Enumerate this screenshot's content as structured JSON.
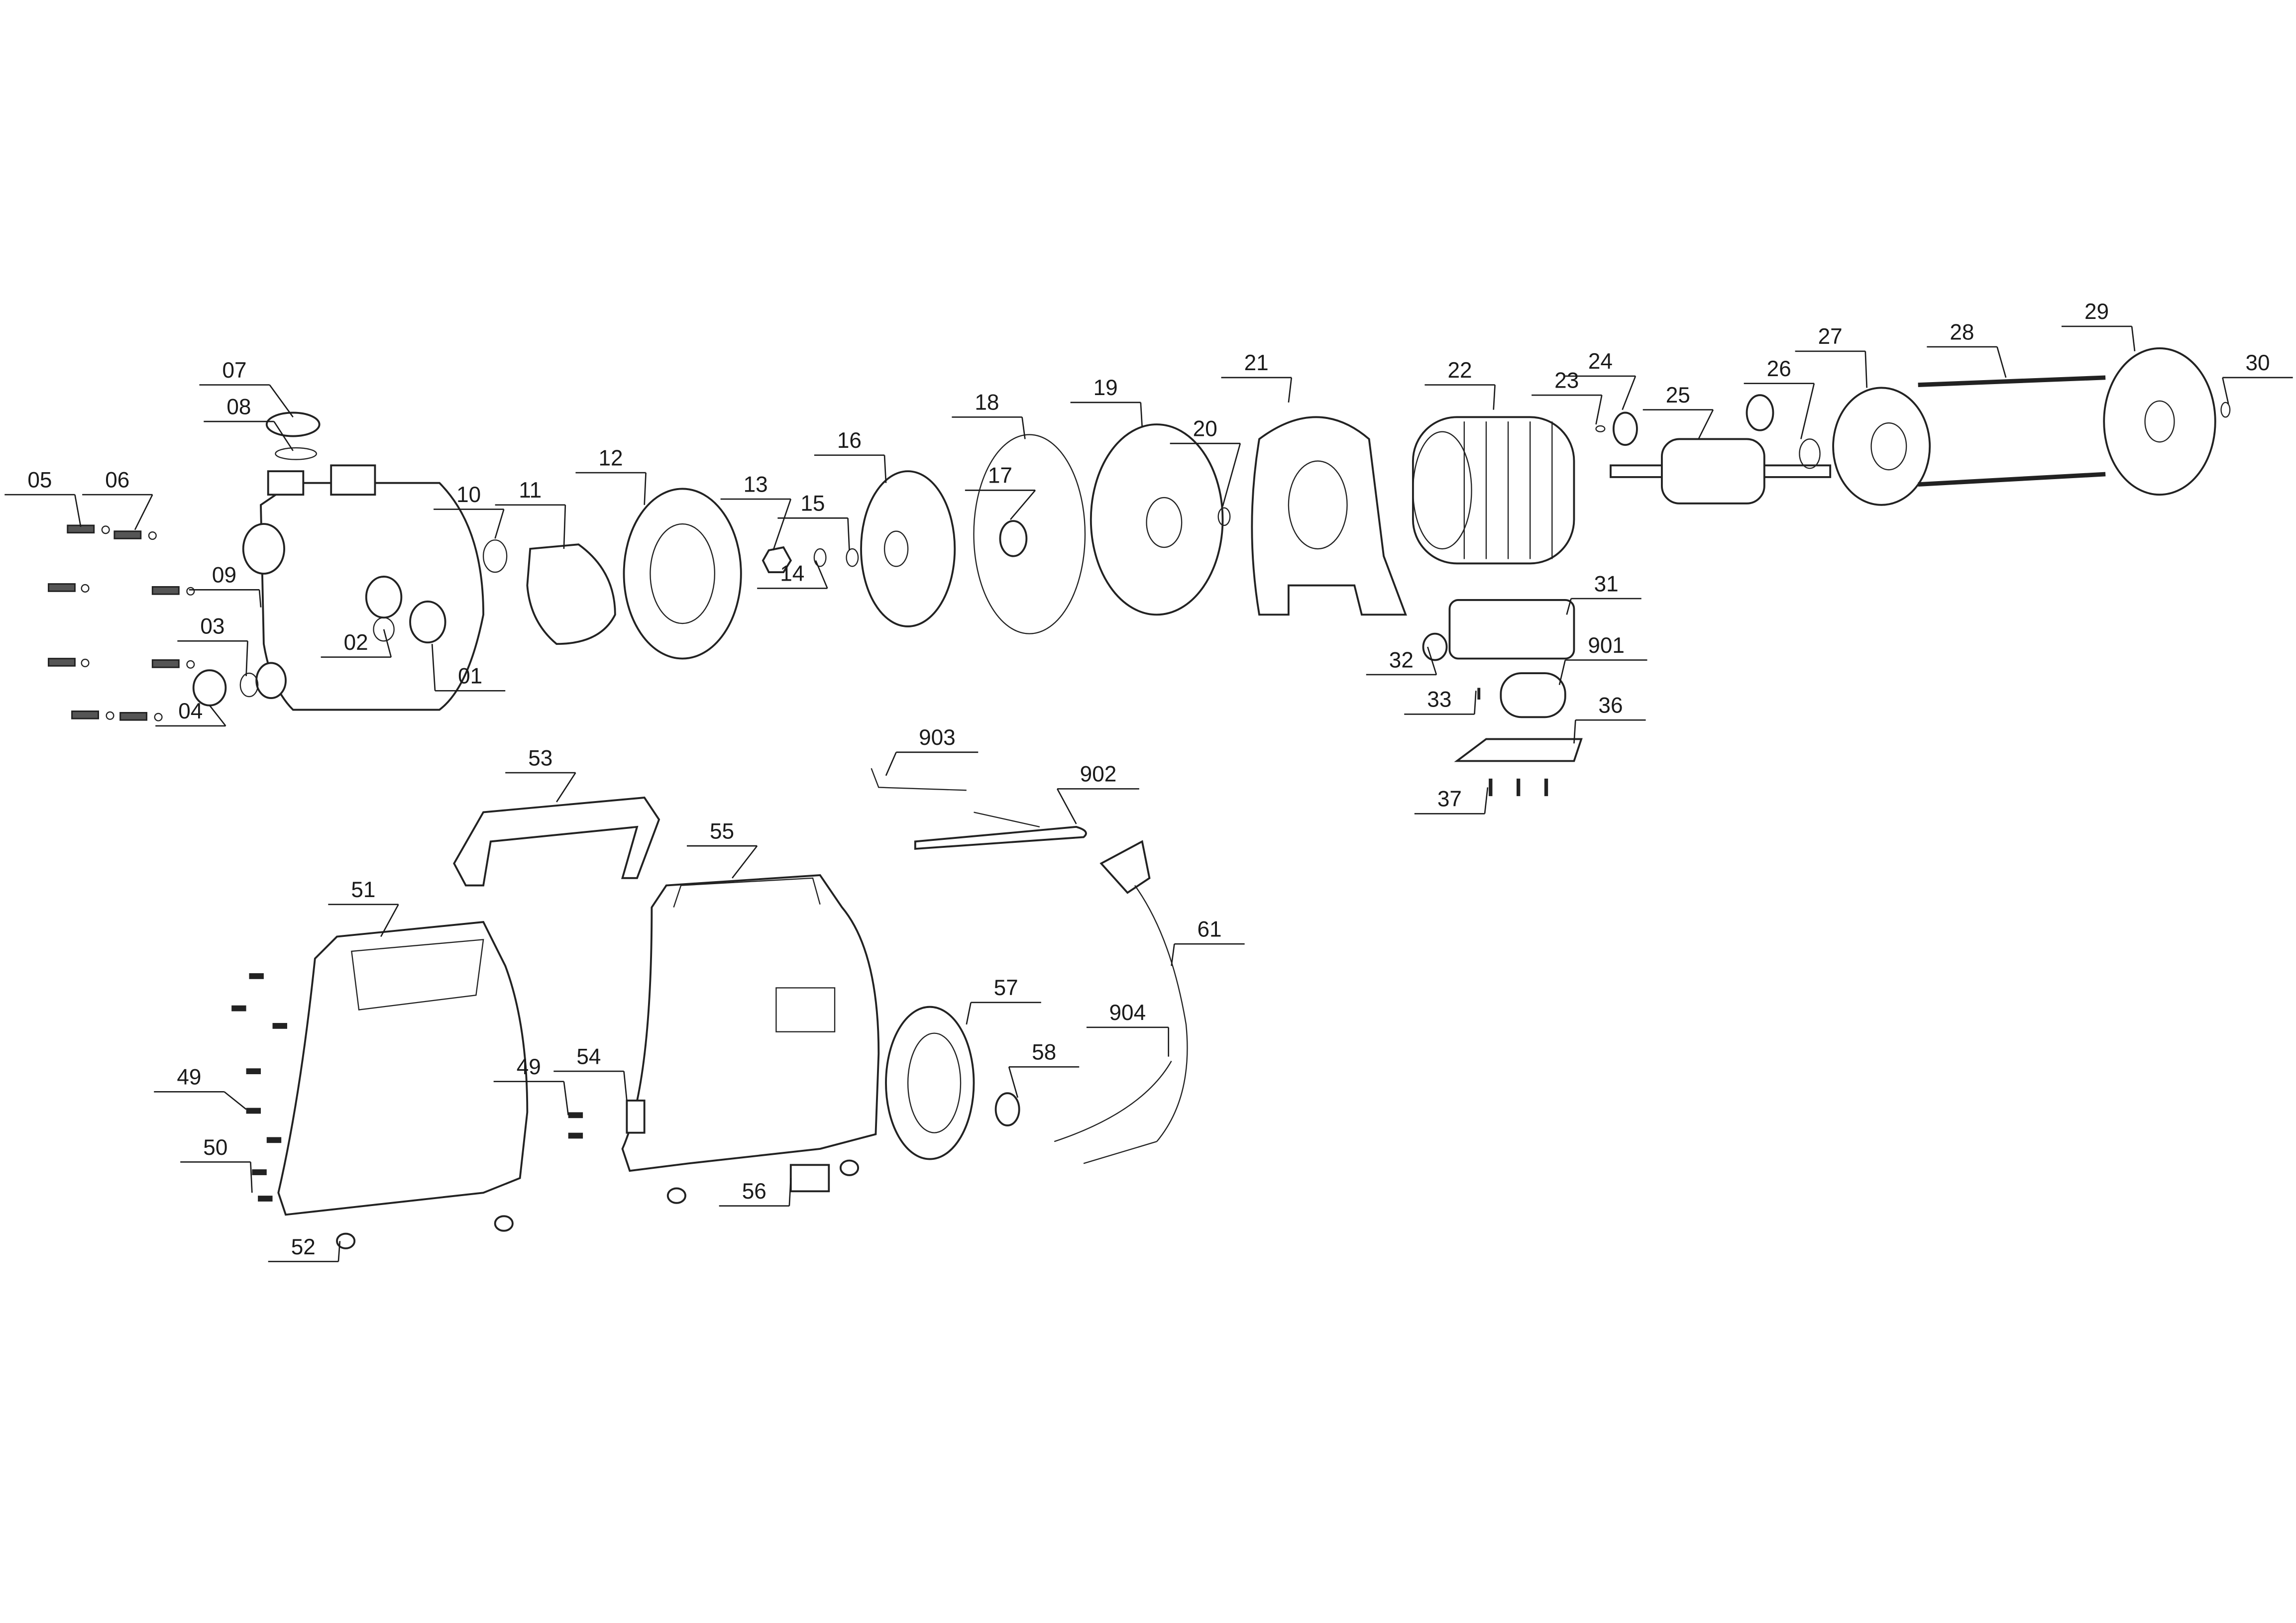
{
  "diagram": {
    "type": "exploded parts diagram",
    "part_labels": [
      "07",
      "08",
      "05",
      "06",
      "10",
      "11",
      "12",
      "13",
      "15",
      "14",
      "16",
      "18",
      "17",
      "19",
      "20",
      "21",
      "22",
      "23",
      "24",
      "25",
      "26",
      "27",
      "28",
      "29",
      "30",
      "31",
      "32",
      "33",
      "901",
      "36",
      "37",
      "903",
      "902",
      "09",
      "03",
      "02",
      "01",
      "04",
      "53",
      "55",
      "51",
      "61",
      "57",
      "904",
      "58",
      "49",
      "49",
      "54",
      "50",
      "56",
      "52"
    ]
  }
}
